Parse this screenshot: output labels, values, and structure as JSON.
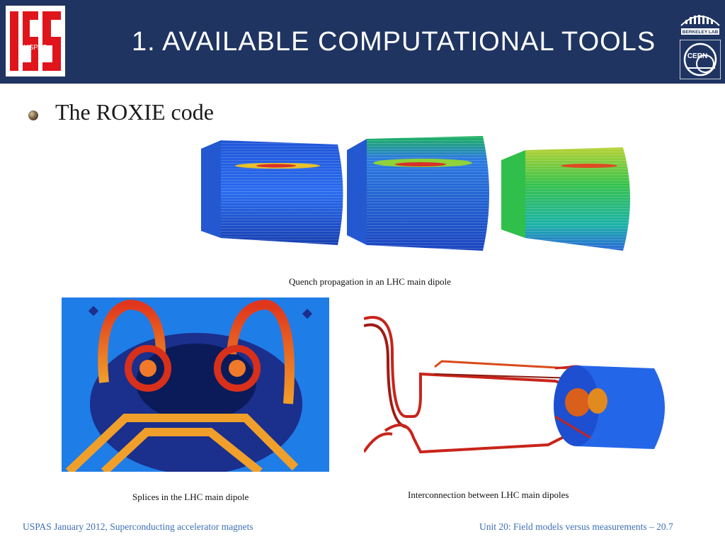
{
  "header": {
    "title": "1. AVAILABLE COMPUTATIONAL TOOLS",
    "logo_left": "USPAS",
    "logo_right_top": "BERKELEY LAB",
    "logo_right_bottom": "CERN"
  },
  "content": {
    "bullet": "The ROXIE code",
    "figure_top_caption": "Quench propagation in an LHC main dipole",
    "figure_left_caption": "Splices in the LHC main dipole",
    "figure_right_caption": "Interconnection between LHC main dipoles"
  },
  "footer": {
    "left": "USPAS January 2012,  Superconducting accelerator magnets",
    "right": "Unit 20: Field models versus measurements – 20.7"
  },
  "colors": {
    "header_bg": "#1f3461",
    "footer_text": "#3d6fb6",
    "logo_red": "#e0151b"
  }
}
